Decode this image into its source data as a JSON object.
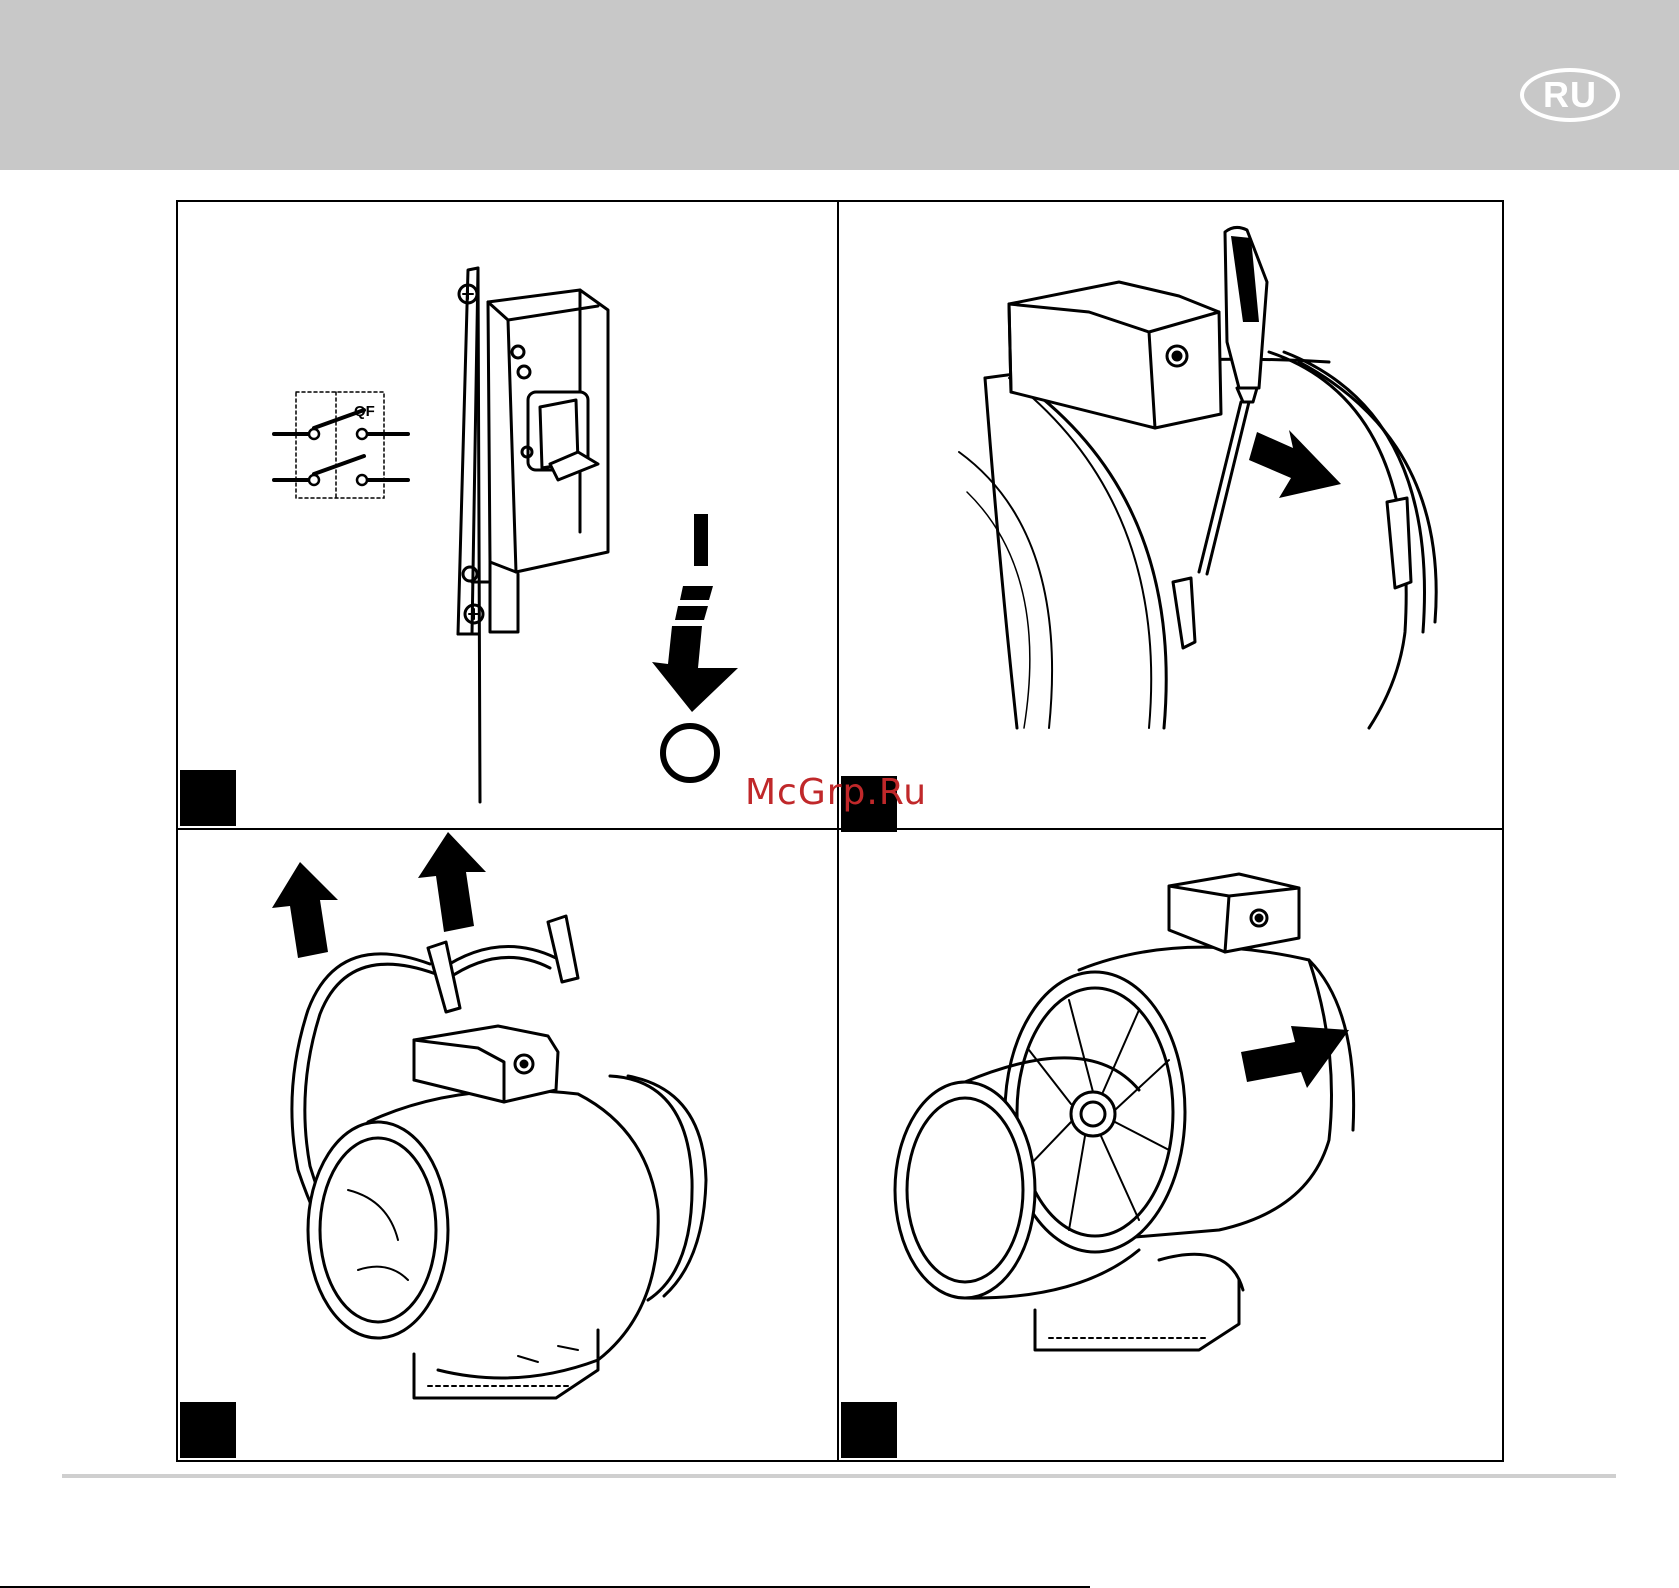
{
  "header": {
    "language_badge": "RU",
    "band_color": "#c8c8c8"
  },
  "panels": [
    {
      "id": "step-1",
      "content": "circuit-breaker-switch-off",
      "schematic_label": "QF",
      "on_symbol_icon": "switch-on-bar-icon",
      "off_symbol_icon": "switch-off-circle-icon",
      "arrow_icon": "arrow-down-icon"
    },
    {
      "id": "step-2",
      "content": "screwdriver-release-clamp",
      "arrow_icon": "arrow-right-down-icon"
    },
    {
      "id": "step-3",
      "content": "remove-clamps",
      "arrow_icon": "arrow-up-icon"
    },
    {
      "id": "step-4",
      "content": "slide-motor-out",
      "arrow_icon": "arrow-right-icon"
    }
  ],
  "watermark": "McGrp.Ru",
  "colors": {
    "ink": "#000000",
    "watermark": "#c0282a",
    "footer_rule": "#cfcfcf"
  }
}
